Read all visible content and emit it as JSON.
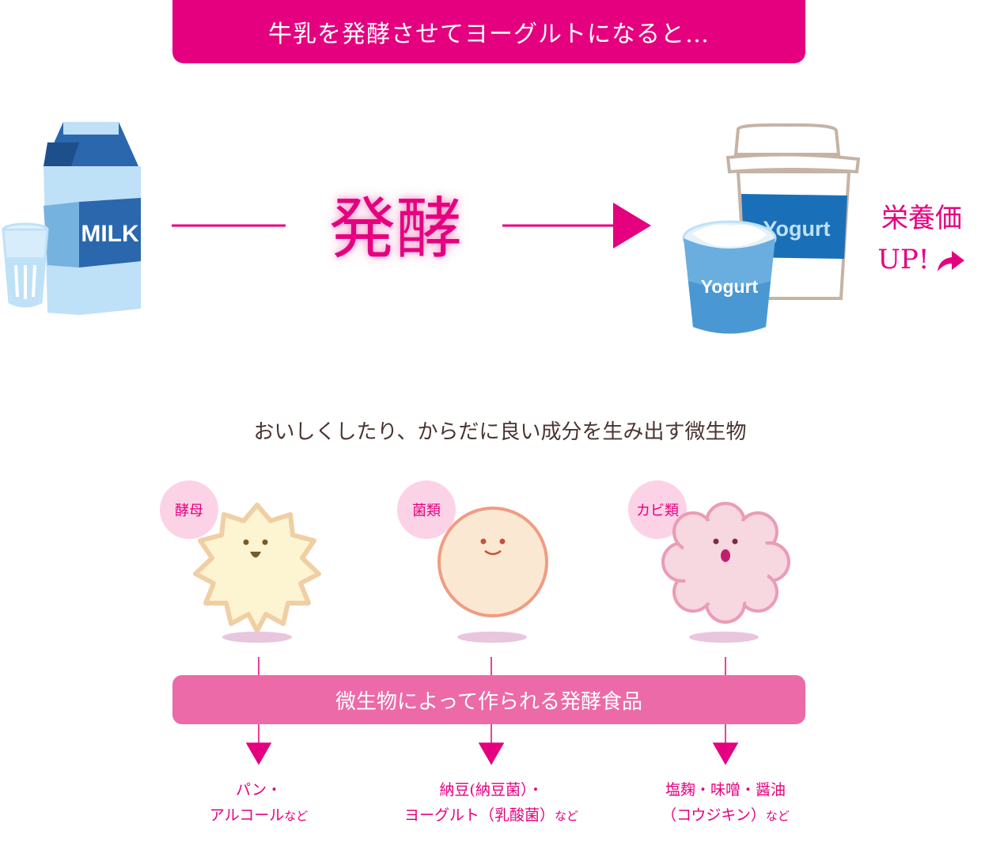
{
  "banner": {
    "title": "牛乳を発酵させてヨーグルトになると…"
  },
  "milk": {
    "label": "MILK"
  },
  "process": {
    "label": "発酵"
  },
  "yogurt": {
    "label_back": "Yogurt",
    "label_front": "Yogurt"
  },
  "nutrition": {
    "line1": "栄養価",
    "line2": "UP!"
  },
  "subtitle": "おいしくしたり、からだに良い成分を生み出す微生物",
  "microbes": [
    {
      "name": "酵母"
    },
    {
      "name": "菌類"
    },
    {
      "name": "カビ類"
    }
  ],
  "foods_bar": {
    "label": "微生物によって作られる発酵食品"
  },
  "foods": [
    {
      "line1": "パン・",
      "line2": "アルコール",
      "suffix": "など"
    },
    {
      "line1": "納豆(納豆菌）・",
      "line2": "ヨーグルト（乳酸菌）",
      "suffix": "など"
    },
    {
      "line1": "塩麹・味噌・醤油",
      "line2": "（コウジキン）",
      "suffix": "など"
    }
  ],
  "colors": {
    "accent": "#e4007f",
    "bar": "#ec6aa8",
    "bubble": "#fcd3e6",
    "text_dark": "#4a3431"
  }
}
